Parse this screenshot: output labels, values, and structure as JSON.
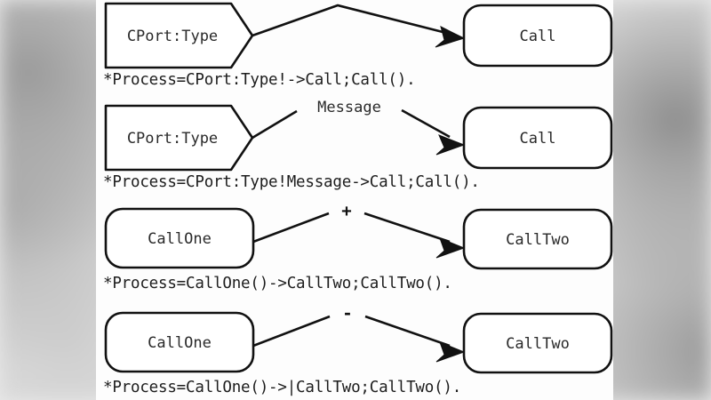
{
  "figure": {
    "kind": "process-notation-diagram",
    "background_color": "#fdfdfd",
    "stroke_color": "#111111",
    "text_color": "#1d1d1d",
    "rows": [
      {
        "id": "row-signal-out",
        "source_node": {
          "label": "CPort:Type",
          "shape": "pointed-rectangle"
        },
        "target_node": {
          "label": "Call",
          "shape": "rounded-rectangle"
        },
        "edge_label": "",
        "edge_sign": "",
        "caption": "*Process=CPort:Type!->Call;Call()."
      },
      {
        "id": "row-signal-message",
        "source_node": {
          "label": "CPort:Type",
          "shape": "pointed-rectangle"
        },
        "target_node": {
          "label": "Call",
          "shape": "rounded-rectangle"
        },
        "edge_label": "Message",
        "edge_sign": "",
        "caption": "*Process=CPort:Type!Message->Call;Call()."
      },
      {
        "id": "row-call-plus",
        "source_node": {
          "label": "CallOne",
          "shape": "rounded-rectangle"
        },
        "target_node": {
          "label": "CallTwo",
          "shape": "rounded-rectangle"
        },
        "edge_label": "",
        "edge_sign": "+",
        "caption": "*Process=CallOne()->CallTwo;CallTwo()."
      },
      {
        "id": "row-call-minus",
        "source_node": {
          "label": "CallOne",
          "shape": "rounded-rectangle"
        },
        "target_node": {
          "label": "CallTwo",
          "shape": "rounded-rectangle"
        },
        "edge_label": "",
        "edge_sign": "-",
        "caption": "*Process=CallOne()->|CallTwo;CallTwo()."
      }
    ]
  }
}
